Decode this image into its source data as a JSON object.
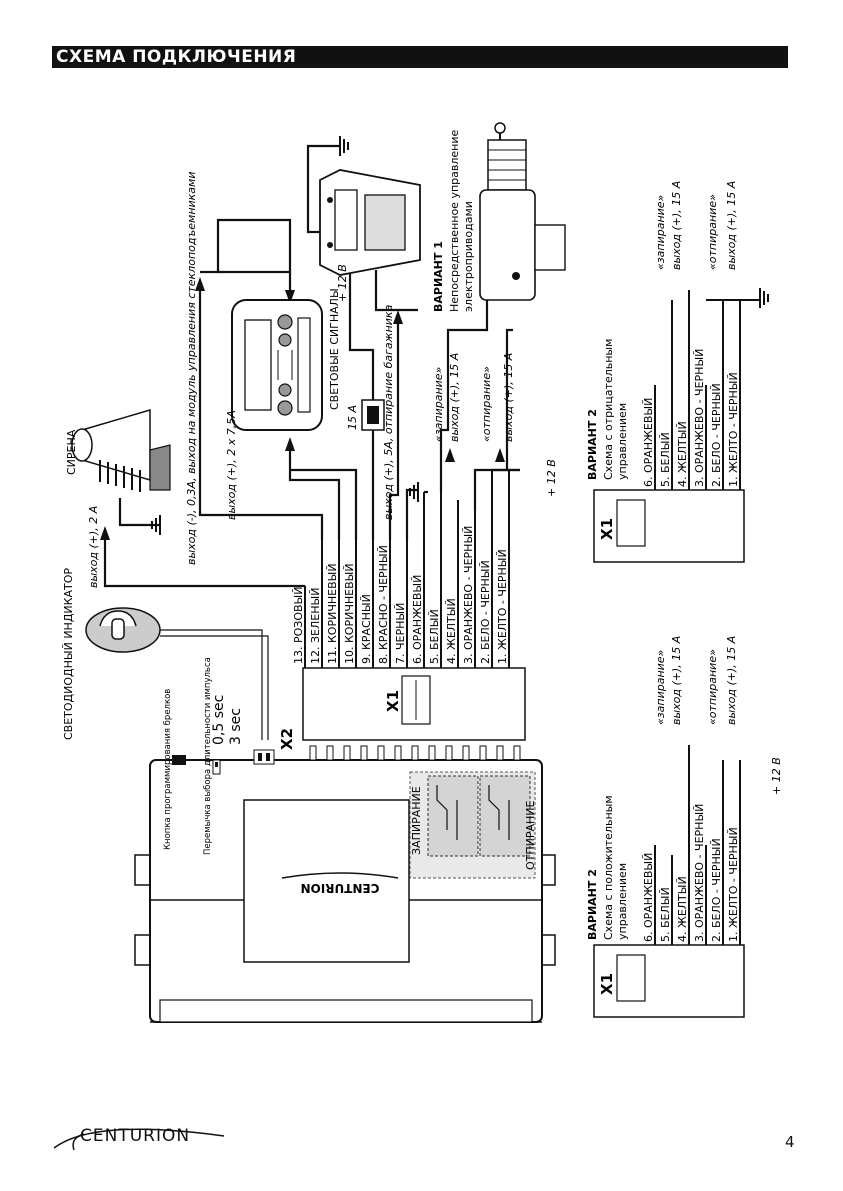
{
  "header": {
    "title": "СХЕМА ПОДКЛЮЧЕНИЯ"
  },
  "footer": {
    "brand": "CENTURION",
    "page_number": "4"
  },
  "main_unit": {
    "brand": "CENTURION",
    "button_label": "Кнопка программирования брелков",
    "jumper_label": "Перемычка выбора длительности импульса",
    "jumper_opt1": "0,5 sec",
    "jumper_opt2": "3 sec",
    "x2": "X2",
    "relay_lock": "ЗАПИРАНИЕ",
    "relay_unlock": "ОТПИРАНИЕ"
  },
  "connector_x1": {
    "label": "X1",
    "wires": [
      "13. РОЗОВЫЙ",
      "12. ЗЕЛЕНЫЙ",
      "11. КОРИЧНЕВЫЙ",
      "10. КОРИЧНЕВЫЙ",
      "9. КРАСНЫЙ",
      "8. КРАСНО - ЧЕРНЫЙ",
      "7. ЧЕРНЫЙ",
      "6. ОРАНЖЕВЫЙ",
      "5. БЕЛЫЙ",
      "4. ЖЕЛТЫЙ",
      "3. ОРАНЖЕВО - ЧЕРНЫЙ",
      "2. БЕЛО - ЧЕРНЫЙ",
      "1. ЖЕЛТО - ЧЕРНЫЙ"
    ]
  },
  "labels": {
    "led": "СВЕТОДИОДНЫЙ ИНДИКАТОР",
    "siren": "СИРЕНА",
    "siren_out": "выход (+), 2 А",
    "window_out": "выход (-), 0,3А, выход на модуль управления стеклоподъемниками",
    "lights_out": "выход (+), 2 х 7,5А",
    "light_signals": "СВЕТОВЫЕ СИГНАЛЫ",
    "trunk": "выход (+), 5А, отпирание багажника",
    "fuse": "15 А",
    "plus12": "+ 12 В",
    "lock": "«запирание»",
    "unlock": "«отпирание»",
    "out15": "выход (+), 15 А",
    "variant1_title": "ВАРИАНТ 1",
    "variant1_desc": "Непосредственное управление электроприводами",
    "variant2_title": "ВАРИАНТ 2",
    "variant2_pos": "Схема с положительным управлением",
    "variant2_neg": "Схема с отрицательным управлением"
  },
  "variant_connector": {
    "label": "X1",
    "wires": [
      "6. ОРАНЖЕВЫЙ",
      "5. БЕЛЫЙ",
      "4. ЖЕЛТЫЙ",
      "3. ОРАНЖЕВО - ЧЕРНЫЙ",
      "2. БЕЛО - ЧЕРНЫЙ",
      "1. ЖЕЛТО - ЧЕРНЫЙ"
    ]
  }
}
